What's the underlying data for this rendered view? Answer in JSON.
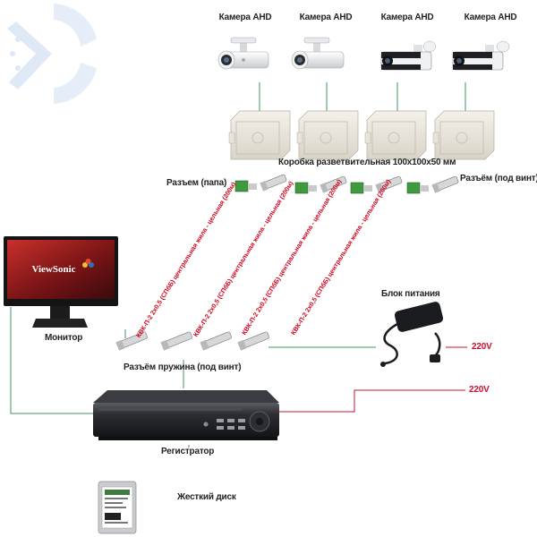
{
  "cameras": [
    {
      "label": "Камера AHD",
      "style": "dome-bullet"
    },
    {
      "label": "Камера AHD",
      "style": "dome-bullet"
    },
    {
      "label": "Камера AHD",
      "style": "long-bullet"
    },
    {
      "label": "Камера AHD",
      "style": "long-bullet"
    }
  ],
  "junction_box_label": "Коробка разветвительная 100х100х50 мм",
  "connector_male_label": "Разъем (папа)",
  "connector_screw_label": "Разъём (под винт)",
  "cable_labels": [
    "КВК-П-2 2х0,5 (СПбБ) центральная жила - цельная (200м)",
    "КВК-П-2 2х0,5 (СПбБ) центральная жила - цельная (200м)",
    "КВК-П-2 2х0,5 (СПбБ) центральная жила - цельная (200м)",
    "КВК-П-2 2х0,5 (СПбБ) центральная жила - цельная (200м)"
  ],
  "monitor": {
    "label": "Монитор",
    "brand": "ViewSonic"
  },
  "power_supply_label": "Блок питания",
  "voltage_psu": "220V",
  "voltage_dvr": "220V",
  "spring_connector_label": "Разъём пружина (под винт)",
  "recorder_label": "Регистратор",
  "hdd_label": "Жесткий диск",
  "colors": {
    "power_line": "#c8102e",
    "signal_line": "#3a9a5b",
    "text": "#222222",
    "logo_blue": "#d7e6f5"
  }
}
